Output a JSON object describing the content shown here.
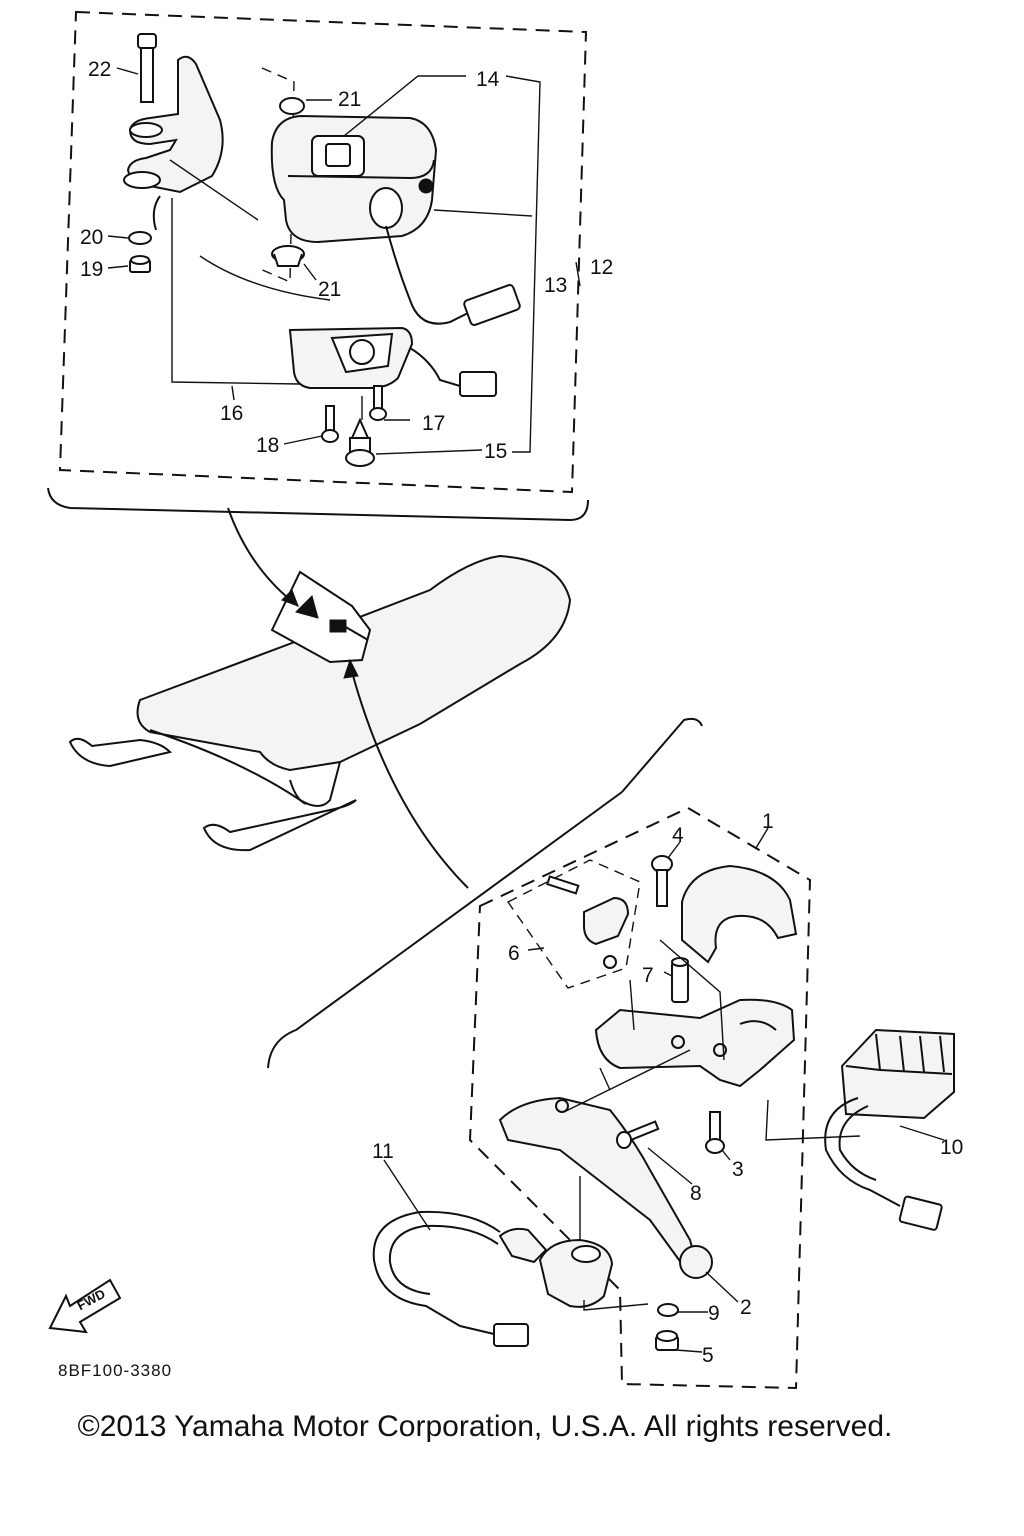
{
  "diagram": {
    "callouts": [
      {
        "id": "c22",
        "text": "22"
      },
      {
        "id": "c21a",
        "text": "21"
      },
      {
        "id": "c14",
        "text": "14"
      },
      {
        "id": "c20",
        "text": "20"
      },
      {
        "id": "c19",
        "text": "19"
      },
      {
        "id": "c21b",
        "text": "21"
      },
      {
        "id": "c13",
        "text": "13"
      },
      {
        "id": "c12",
        "text": "12"
      },
      {
        "id": "c16",
        "text": "16"
      },
      {
        "id": "c17",
        "text": "17"
      },
      {
        "id": "c18",
        "text": "18"
      },
      {
        "id": "c15",
        "text": "15"
      },
      {
        "id": "c1",
        "text": "1"
      },
      {
        "id": "c4",
        "text": "4"
      },
      {
        "id": "c6",
        "text": "6"
      },
      {
        "id": "c7",
        "text": "7"
      },
      {
        "id": "c10",
        "text": "10"
      },
      {
        "id": "c11",
        "text": "11"
      },
      {
        "id": "c3",
        "text": "3"
      },
      {
        "id": "c8",
        "text": "8"
      },
      {
        "id": "c2",
        "text": "2"
      },
      {
        "id": "c9",
        "text": "9"
      },
      {
        "id": "c5",
        "text": "5"
      }
    ],
    "fwd_label": "FWD",
    "diagram_code": "8BF100-3380"
  },
  "footer": {
    "copyright": "©2013 Yamaha Motor Corporation, U.S.A. All rights reserved."
  }
}
